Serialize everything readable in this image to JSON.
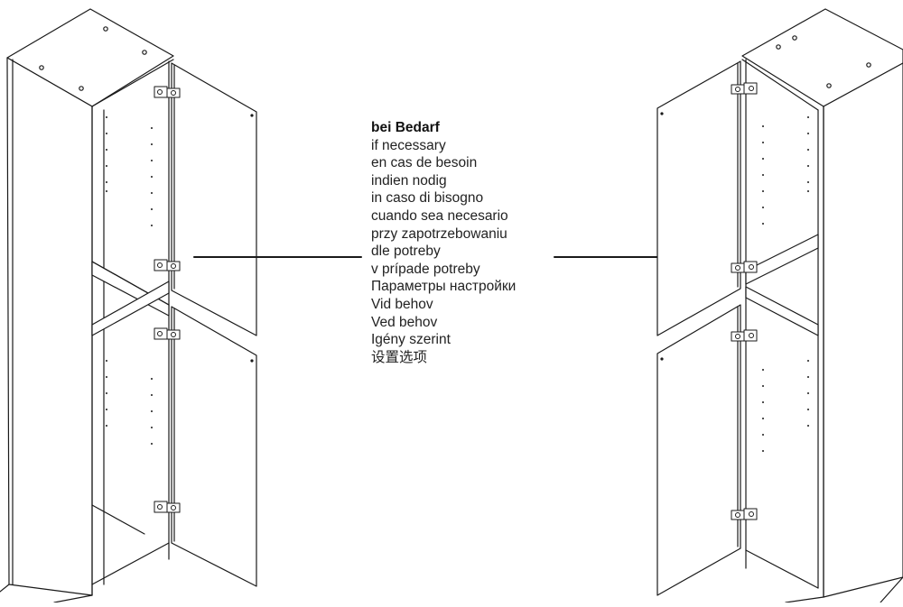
{
  "instructions": {
    "heading": "bei Bedarf",
    "translations": [
      "if necessary",
      "en cas de besoin",
      "indien nodig",
      "in caso di bisogno",
      "cuando sea necesario",
      "przy zapotrzebowaniu",
      "dle potreby",
      "v prípade potreby",
      "Параметры настройки",
      "Vid behov",
      "Ved behov",
      "Igény szerint",
      "设置选项"
    ]
  },
  "colors": {
    "line": "#1a1a1a",
    "background": "#ffffff"
  },
  "figures": {
    "left": "tall cabinet with two doors hinged on the right side",
    "right": "tall cabinet with two doors re-hinged on the left side"
  }
}
